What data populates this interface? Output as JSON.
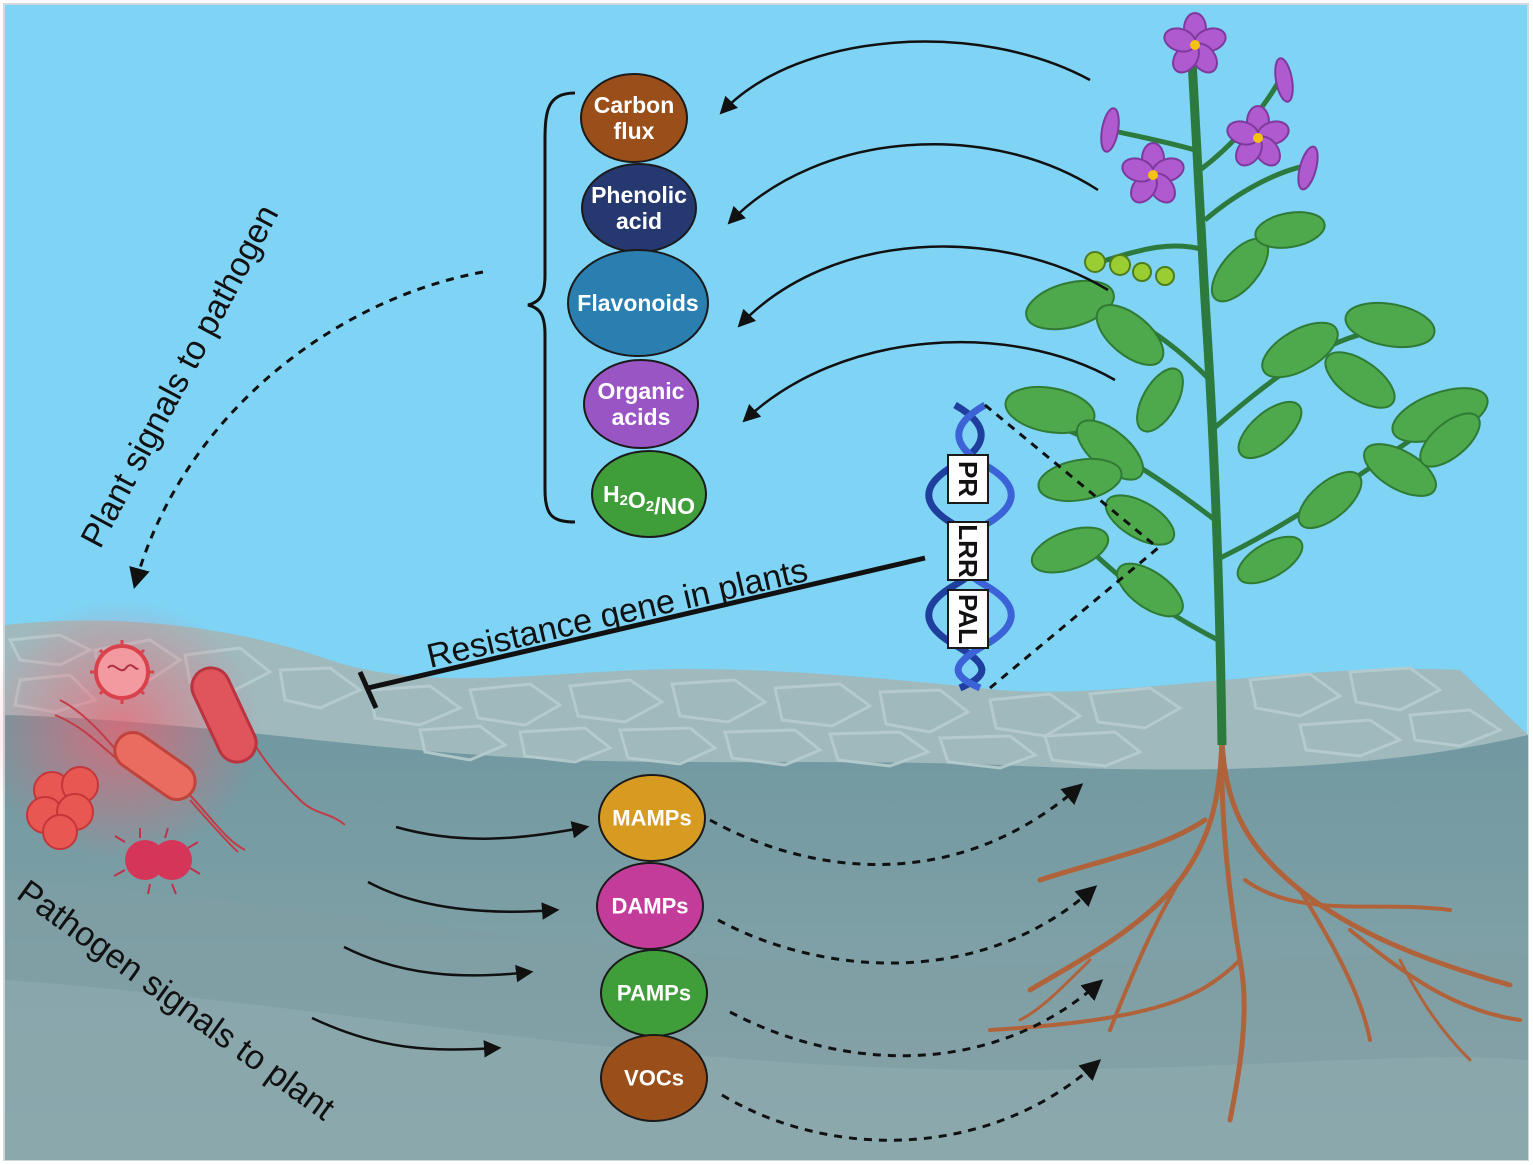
{
  "captions": {
    "plant_signals": "Plant signals to pathogen",
    "pathogen_signals": "Pathogen signals to plant",
    "resistance": "Resistance gene in plants"
  },
  "plant_signal_molecules": [
    {
      "line1": "Carbon",
      "line2": "flux",
      "color": "#9a4f1b"
    },
    {
      "line1": "Phenolic",
      "line2": "acid",
      "color": "#263870"
    },
    {
      "line1": "Flavonoids",
      "line2": "",
      "color": "#2a7fb0"
    },
    {
      "line1": "Organic",
      "line2": "acids",
      "color": "#9a55c4"
    },
    {
      "line1": "H2O2/NO",
      "line2": "",
      "color": "#3f9e3a"
    }
  ],
  "pathogen_signal_molecules": [
    {
      "label": "MAMPs",
      "color": "#d79b22"
    },
    {
      "label": "DAMPs",
      "color": "#c43c9a"
    },
    {
      "label": "PAMPs",
      "color": "#3f9e3a"
    },
    {
      "label": "VOCs",
      "color": "#9a4f1b"
    }
  ],
  "resistance_genes": [
    "PR",
    "LRR",
    "PAL"
  ],
  "colors": {
    "sky": "#7fd3f4",
    "soil_top": "#7c9ea3",
    "soil_bottom": "#8aa6ab",
    "stone": "#9fb9bd",
    "pathogen_red": "#e0444a"
  }
}
